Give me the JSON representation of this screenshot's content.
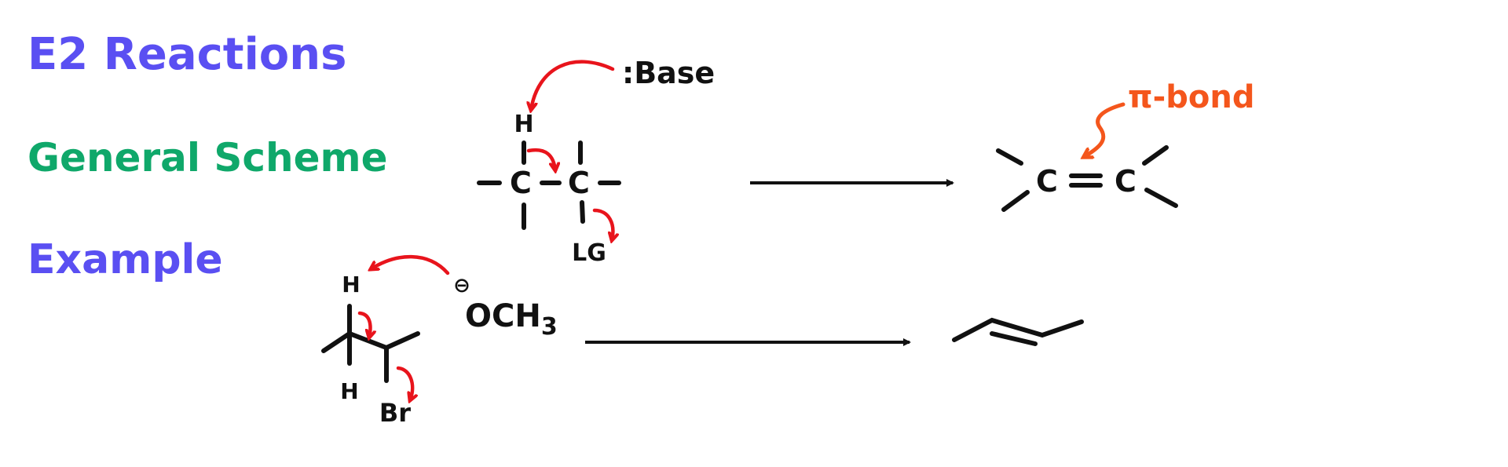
{
  "headings": {
    "title": "E2 Reactions",
    "general": "General Scheme",
    "example": "Example"
  },
  "general_scheme": {
    "hydrogen": "H",
    "carbon1": "C",
    "carbon2": "C",
    "leaving_group": "LG",
    "base": ":Base",
    "product_c1": "C",
    "product_c2": "C",
    "pi_bond_label": "π-bond"
  },
  "example": {
    "h_top": "H",
    "h_bottom": "H",
    "bromine": "Br",
    "charge": "⊖",
    "base": "OCH",
    "base_subscript": "3"
  },
  "colors": {
    "title_blue": "#5a4ff2",
    "heading_green": "#0fa86a",
    "arrow_red": "#e8141c",
    "annotation_orange": "#f4561c"
  }
}
